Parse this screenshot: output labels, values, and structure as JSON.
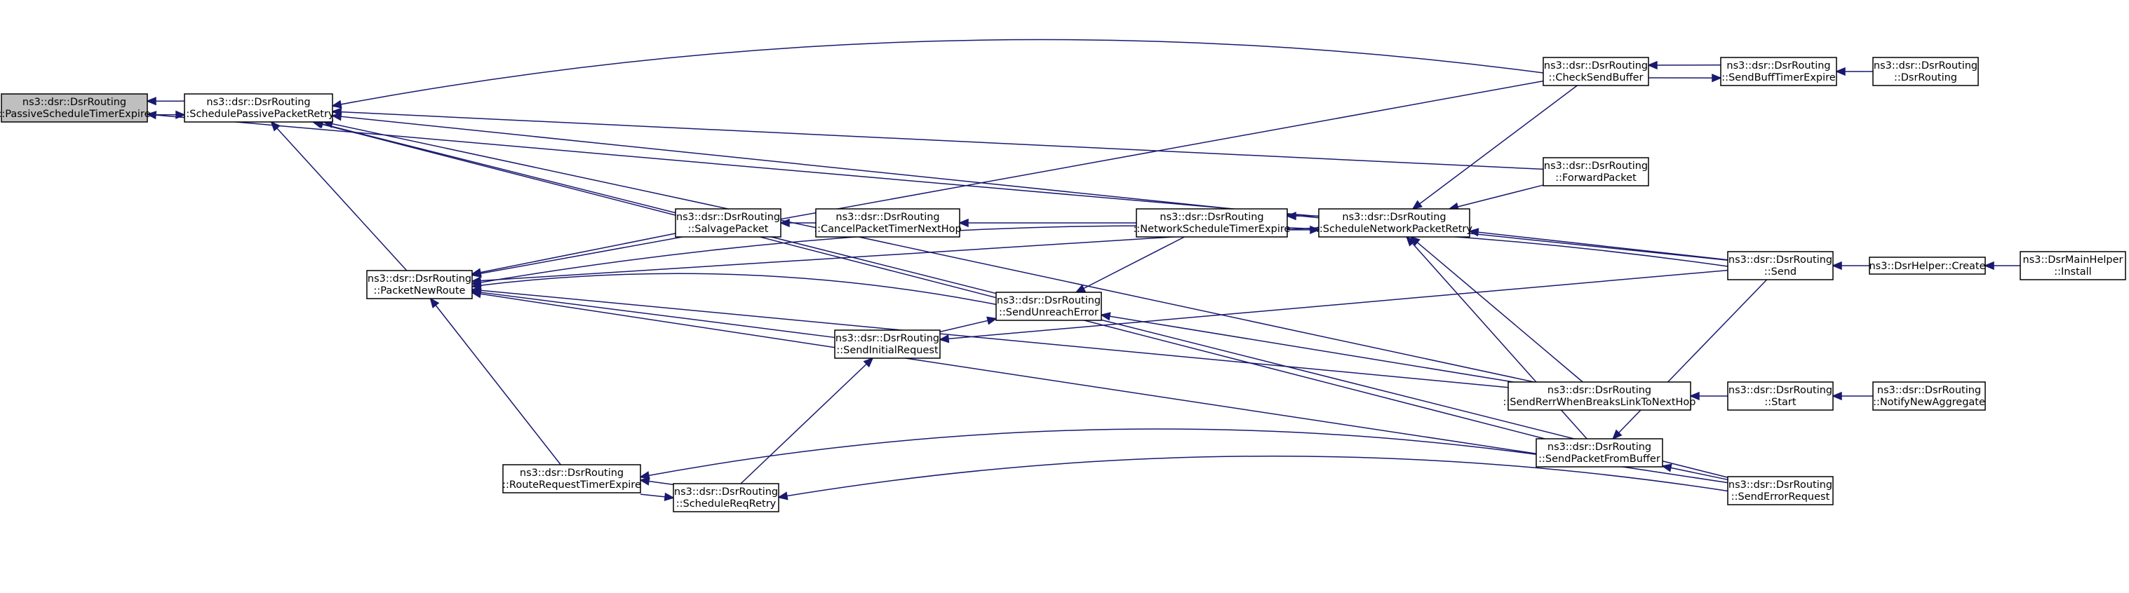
{
  "nodes": {
    "passive_expire": {
      "line1": "ns3::dsr::DsrRouting",
      "line2": "::PassiveScheduleTimerExpire"
    },
    "sched_passive": {
      "line1": "ns3::dsr::DsrRouting",
      "line2": "::SchedulePassivePacketRetry"
    },
    "packet_new_route": {
      "line1": "ns3::dsr::DsrRouting",
      "line2": "::PacketNewRoute"
    },
    "route_req_expire": {
      "line1": "ns3::dsr::DsrRouting",
      "line2": "::RouteRequestTimerExpire"
    },
    "salvage": {
      "line1": "ns3::dsr::DsrRouting",
      "line2": "::SalvagePacket"
    },
    "send_initial": {
      "line1": "ns3::dsr::DsrRouting",
      "line2": "::SendInitialRequest"
    },
    "sched_req_retry": {
      "line1": "ns3::dsr::DsrRouting",
      "line2": "::ScheduleReqRetry"
    },
    "cancel_timer": {
      "line1": "ns3::dsr::DsrRouting",
      "line2": "::CancelPacketTimerNextHop"
    },
    "send_unreach": {
      "line1": "ns3::dsr::DsrRouting",
      "line2": "::SendUnreachError"
    },
    "net_sched_expire": {
      "line1": "ns3::dsr::DsrRouting",
      "line2": "::NetworkScheduleTimerExpire"
    },
    "sched_net_retry": {
      "line1": "ns3::dsr::DsrRouting",
      "line2": "::ScheduleNetworkPacketRetry"
    },
    "check_send_buffer": {
      "line1": "ns3::dsr::DsrRouting",
      "line2": "::CheckSendBuffer"
    },
    "forward_packet": {
      "line1": "ns3::dsr::DsrRouting",
      "line2": "::ForwardPacket"
    },
    "send_rerr": {
      "line1": "ns3::dsr::DsrRouting",
      "line2": "::SendRerrWhenBreaksLinkToNextHop"
    },
    "send_from_buffer": {
      "line1": "ns3::dsr::DsrRouting",
      "line2": "::SendPacketFromBuffer"
    },
    "send_buff_expire": {
      "line1": "ns3::dsr::DsrRouting",
      "line2": "::SendBuffTimerExpire"
    },
    "send": {
      "line1": "ns3::dsr::DsrRouting",
      "line2": "::Send"
    },
    "start": {
      "line1": "ns3::dsr::DsrRouting",
      "line2": "::Start"
    },
    "send_error_req": {
      "line1": "ns3::dsr::DsrRouting",
      "line2": "::SendErrorRequest"
    },
    "dsr_routing_ctor": {
      "line1": "ns3::dsr::DsrRouting",
      "line2": "::DsrRouting"
    },
    "helper_create": {
      "line1": "ns3::DsrHelper::Create",
      "line2": ""
    },
    "notify_new_agg": {
      "line1": "ns3::dsr::DsrRouting",
      "line2": "::NotifyNewAggregate"
    },
    "main_helper_install": {
      "line1": "ns3::DsrMainHelper",
      "line2": "::Install"
    }
  },
  "edges": [
    {
      "from": "sched_passive",
      "to": "passive_expire"
    },
    {
      "from": "passive_expire",
      "to": "sched_passive"
    },
    {
      "from": "check_send_buffer",
      "to": "sched_passive"
    },
    {
      "from": "forward_packet",
      "to": "sched_passive"
    },
    {
      "from": "send",
      "to": "sched_passive"
    },
    {
      "from": "sched_net_retry",
      "to": "passive_expire"
    },
    {
      "from": "packet_new_route",
      "to": "sched_passive"
    },
    {
      "from": "send_rerr",
      "to": "sched_passive"
    },
    {
      "from": "send_error_req",
      "to": "sched_passive"
    },
    {
      "from": "check_send_buffer",
      "to": "packet_new_route"
    },
    {
      "from": "sched_net_retry",
      "to": "packet_new_route"
    },
    {
      "from": "salvage",
      "to": "packet_new_route"
    },
    {
      "from": "send",
      "to": "packet_new_route"
    },
    {
      "from": "send_unreach",
      "to": "packet_new_route"
    },
    {
      "from": "send_initial",
      "to": "packet_new_route"
    },
    {
      "from": "send_rerr",
      "to": "packet_new_route"
    },
    {
      "from": "route_req_expire",
      "to": "packet_new_route"
    },
    {
      "from": "send_error_req",
      "to": "packet_new_route"
    },
    {
      "from": "cancel_timer",
      "to": "salvage"
    },
    {
      "from": "net_sched_expire",
      "to": "cancel_timer"
    },
    {
      "from": "sched_net_retry",
      "to": "net_sched_expire"
    },
    {
      "from": "net_sched_expire",
      "to": "sched_net_retry"
    },
    {
      "from": "net_sched_expire",
      "to": "send_unreach"
    },
    {
      "from": "send_initial",
      "to": "send_unreach"
    },
    {
      "from": "send_rerr",
      "to": "send_unreach"
    },
    {
      "from": "send",
      "to": "send_initial"
    },
    {
      "from": "sched_req_retry",
      "to": "send_initial"
    },
    {
      "from": "sched_req_retry",
      "to": "route_req_expire"
    },
    {
      "from": "route_req_expire",
      "to": "sched_req_retry"
    },
    {
      "from": "send_error_req",
      "to": "sched_req_retry"
    },
    {
      "from": "send_from_buffer",
      "to": "route_req_expire"
    },
    {
      "from": "check_send_buffer",
      "to": "sched_net_retry"
    },
    {
      "from": "forward_packet",
      "to": "sched_net_retry"
    },
    {
      "from": "send",
      "to": "sched_net_retry"
    },
    {
      "from": "send_rerr",
      "to": "sched_net_retry"
    },
    {
      "from": "send_from_buffer",
      "to": "sched_net_retry"
    },
    {
      "from": "send_buff_expire",
      "to": "check_send_buffer"
    },
    {
      "from": "check_send_buffer",
      "to": "send_buff_expire"
    },
    {
      "from": "dsr_routing_ctor",
      "to": "send_buff_expire"
    },
    {
      "from": "helper_create",
      "to": "send"
    },
    {
      "from": "main_helper_install",
      "to": "helper_create"
    },
    {
      "from": "start",
      "to": "send_rerr"
    },
    {
      "from": "notify_new_agg",
      "to": "start"
    },
    {
      "from": "send",
      "to": "send_from_buffer"
    },
    {
      "from": "send_error_req",
      "to": "send_from_buffer"
    },
    {
      "from": "send_from_buffer",
      "to": "sched_passive"
    }
  ]
}
